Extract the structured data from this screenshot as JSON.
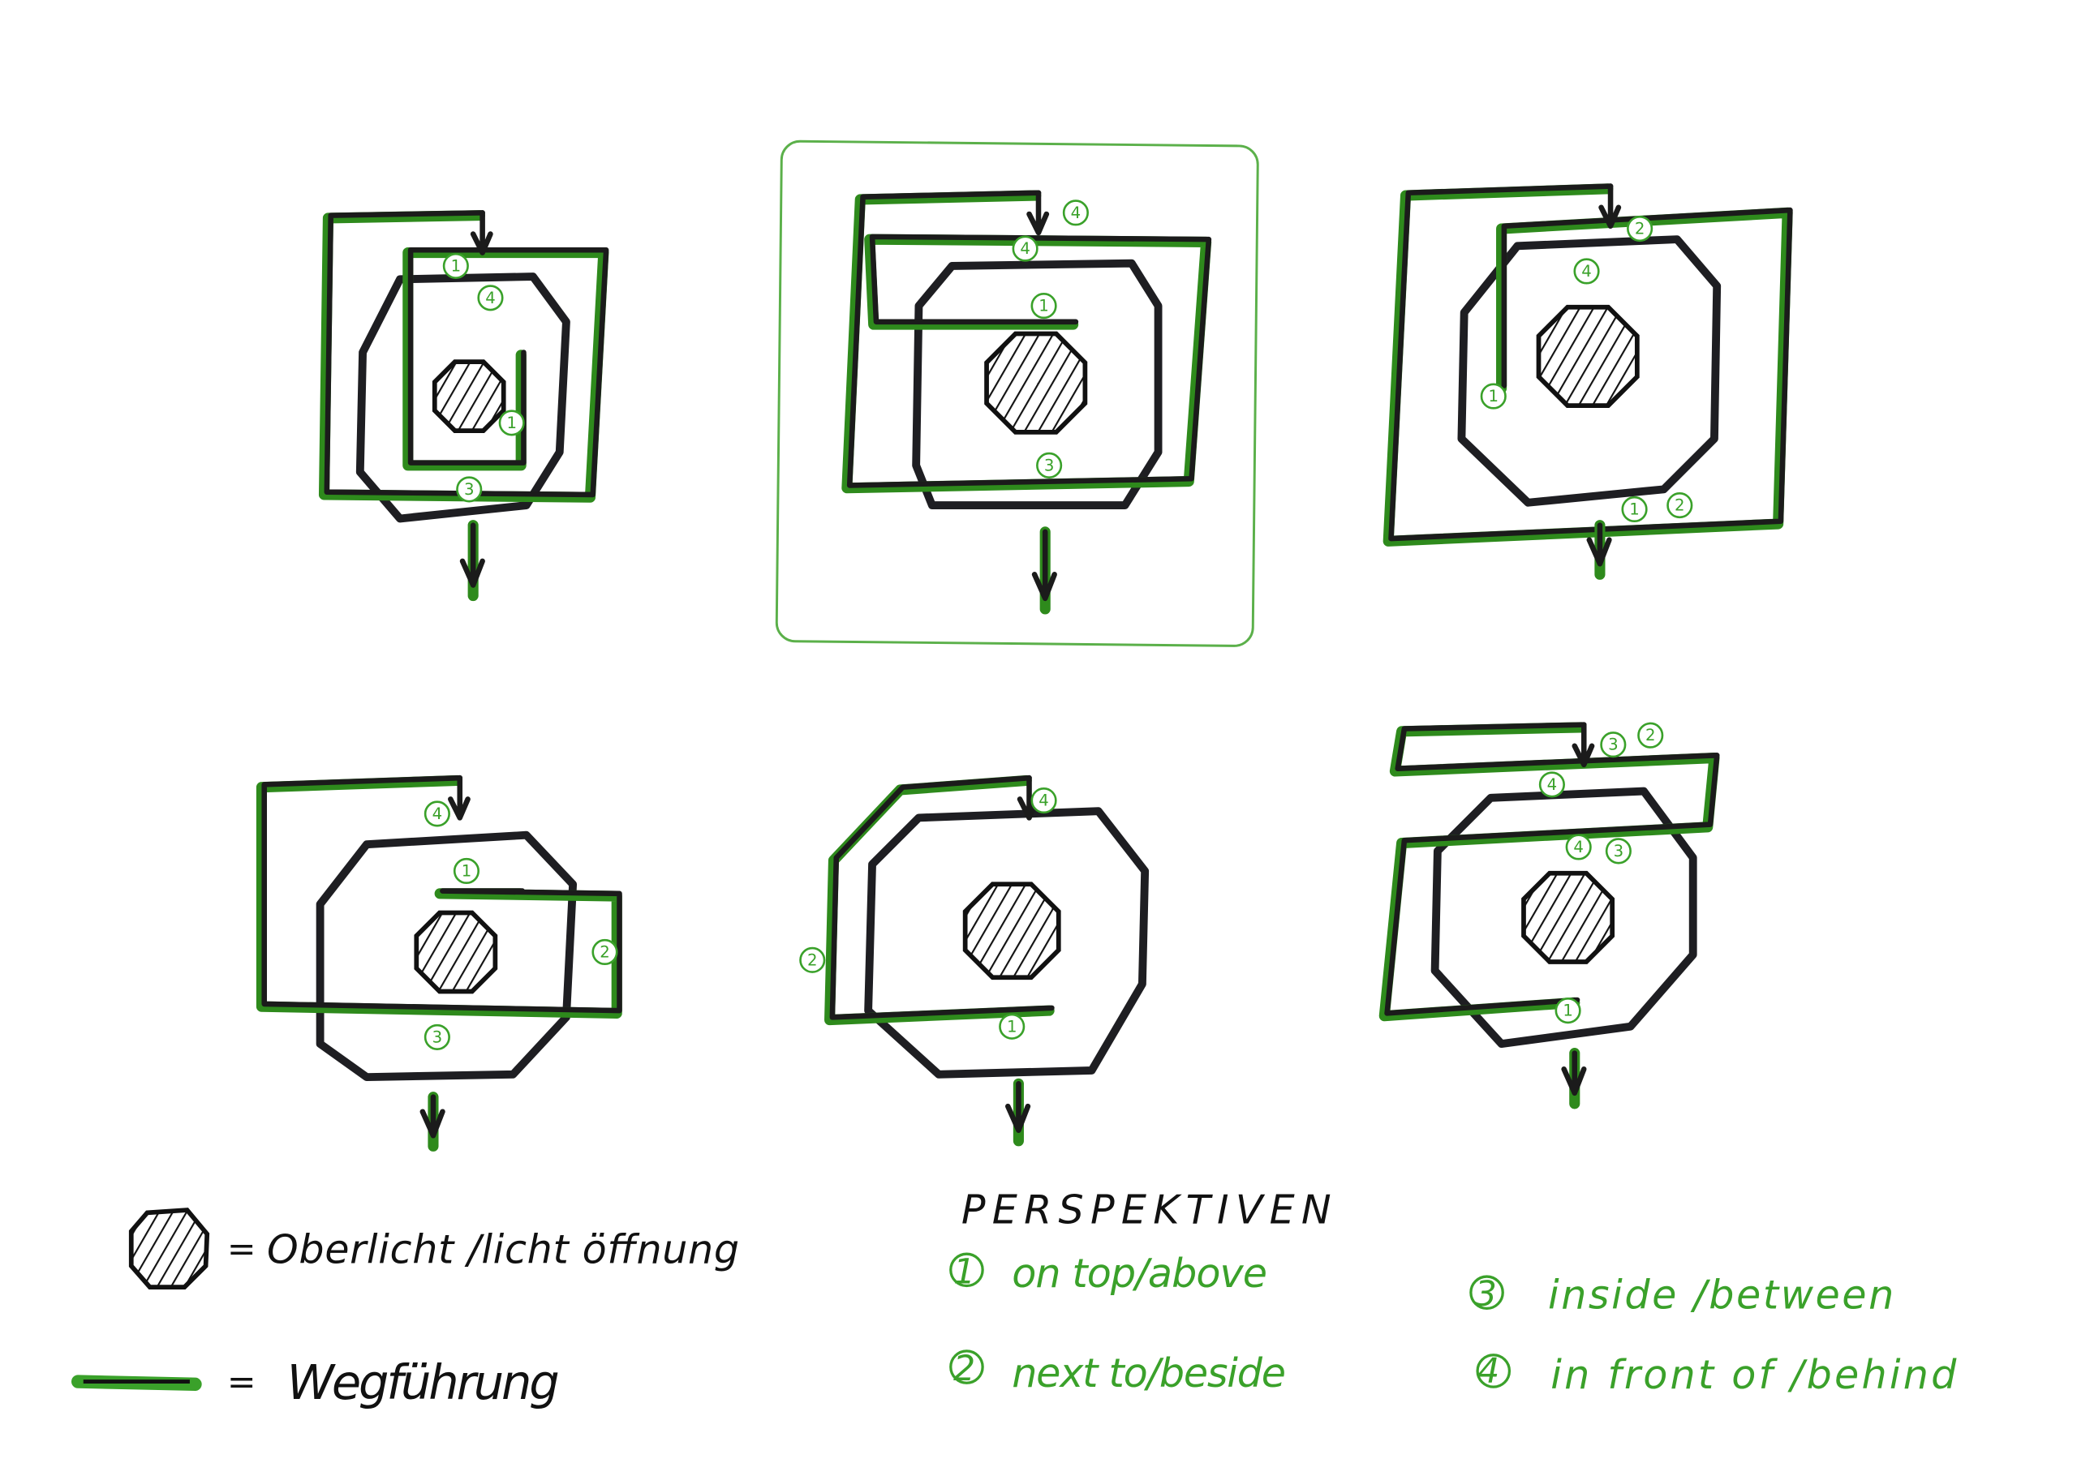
{
  "colors": {
    "path_green": "#2e8a1c",
    "label_green": "#3aa12a",
    "ink": "#1b1b1b"
  },
  "diagrams": [
    {
      "id": "diagram-1",
      "labels": [
        "1",
        "4",
        "1",
        "3"
      ]
    },
    {
      "id": "diagram-2",
      "labels": [
        "4",
        "4",
        "1",
        "3"
      ]
    },
    {
      "id": "diagram-3",
      "labels": [
        "2",
        "4",
        "1",
        "1",
        "2"
      ]
    },
    {
      "id": "diagram-4",
      "labels": [
        "4",
        "1",
        "2",
        "3"
      ]
    },
    {
      "id": "diagram-5",
      "labels": [
        "4",
        "2",
        "1"
      ]
    },
    {
      "id": "diagram-6",
      "labels": [
        "3",
        "2",
        "4",
        "4",
        "3",
        "1"
      ]
    }
  ],
  "legend": {
    "skylight": {
      "equals": "=",
      "text": "Oberlicht /licht öffnung"
    },
    "path": {
      "equals": "=",
      "text": "Wegführung"
    }
  },
  "perspectives": {
    "title": "PERSPEKTIVEN",
    "items": [
      {
        "num": "1",
        "text": "on top/above"
      },
      {
        "num": "2",
        "text": "next to/beside"
      },
      {
        "num": "3",
        "text": "inside /between"
      },
      {
        "num": "4",
        "text": "in front of /behind"
      }
    ]
  }
}
